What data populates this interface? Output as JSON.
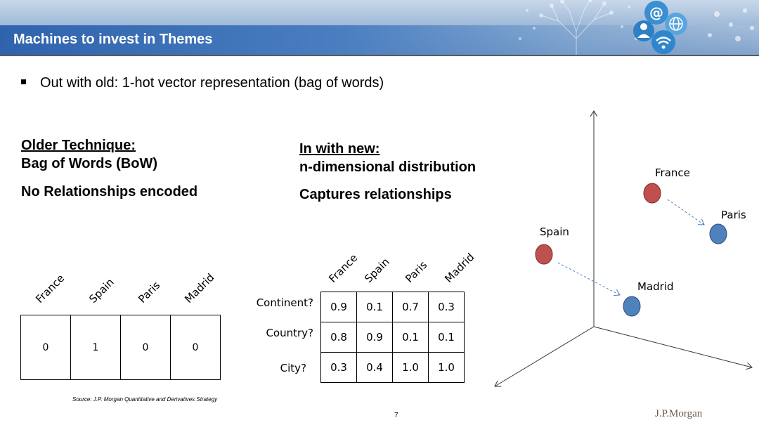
{
  "header": {
    "title": "Machines to invest in Themes",
    "icons": [
      "tree-illustration",
      "at-icon",
      "globe-icon",
      "person-icon",
      "wifi-icon"
    ]
  },
  "bullet": "Out with old: 1-hot vector representation (bag of words)",
  "older": {
    "heading": "Older Technique:",
    "subheading": "Bag of Words (BoW)",
    "note": "No Relationships encoded"
  },
  "newer": {
    "heading": "In with new:",
    "subheading": "n-dimensional distribution",
    "note": "Captures relationships"
  },
  "bow_table": {
    "columns": [
      "France",
      "Spain",
      "Paris",
      "Madrid"
    ],
    "values": [
      "0",
      "1",
      "0",
      "0"
    ]
  },
  "embedding_table": {
    "columns": [
      "France",
      "Spain",
      "Paris",
      "Madrid"
    ],
    "rows": [
      {
        "label": "Continent?",
        "values": [
          "0.9",
          "0.1",
          "0.7",
          "0.3"
        ]
      },
      {
        "label": "Country?",
        "values": [
          "0.8",
          "0.9",
          "0.1",
          "0.1"
        ]
      },
      {
        "label": "City?",
        "values": [
          "0.3",
          "0.4",
          "1.0",
          "1.0"
        ]
      }
    ]
  },
  "vector_plot": {
    "points": [
      {
        "label": "France",
        "color": "#c0504d"
      },
      {
        "label": "Paris",
        "color": "#4f81bd"
      },
      {
        "label": "Spain",
        "color": "#c0504d"
      },
      {
        "label": "Madrid",
        "color": "#4f81bd"
      }
    ]
  },
  "footer": {
    "source": "Source: J.P. Morgan Quantitative and Derivatives Strategy",
    "page": "7",
    "logo": "J.P.Morgan"
  }
}
